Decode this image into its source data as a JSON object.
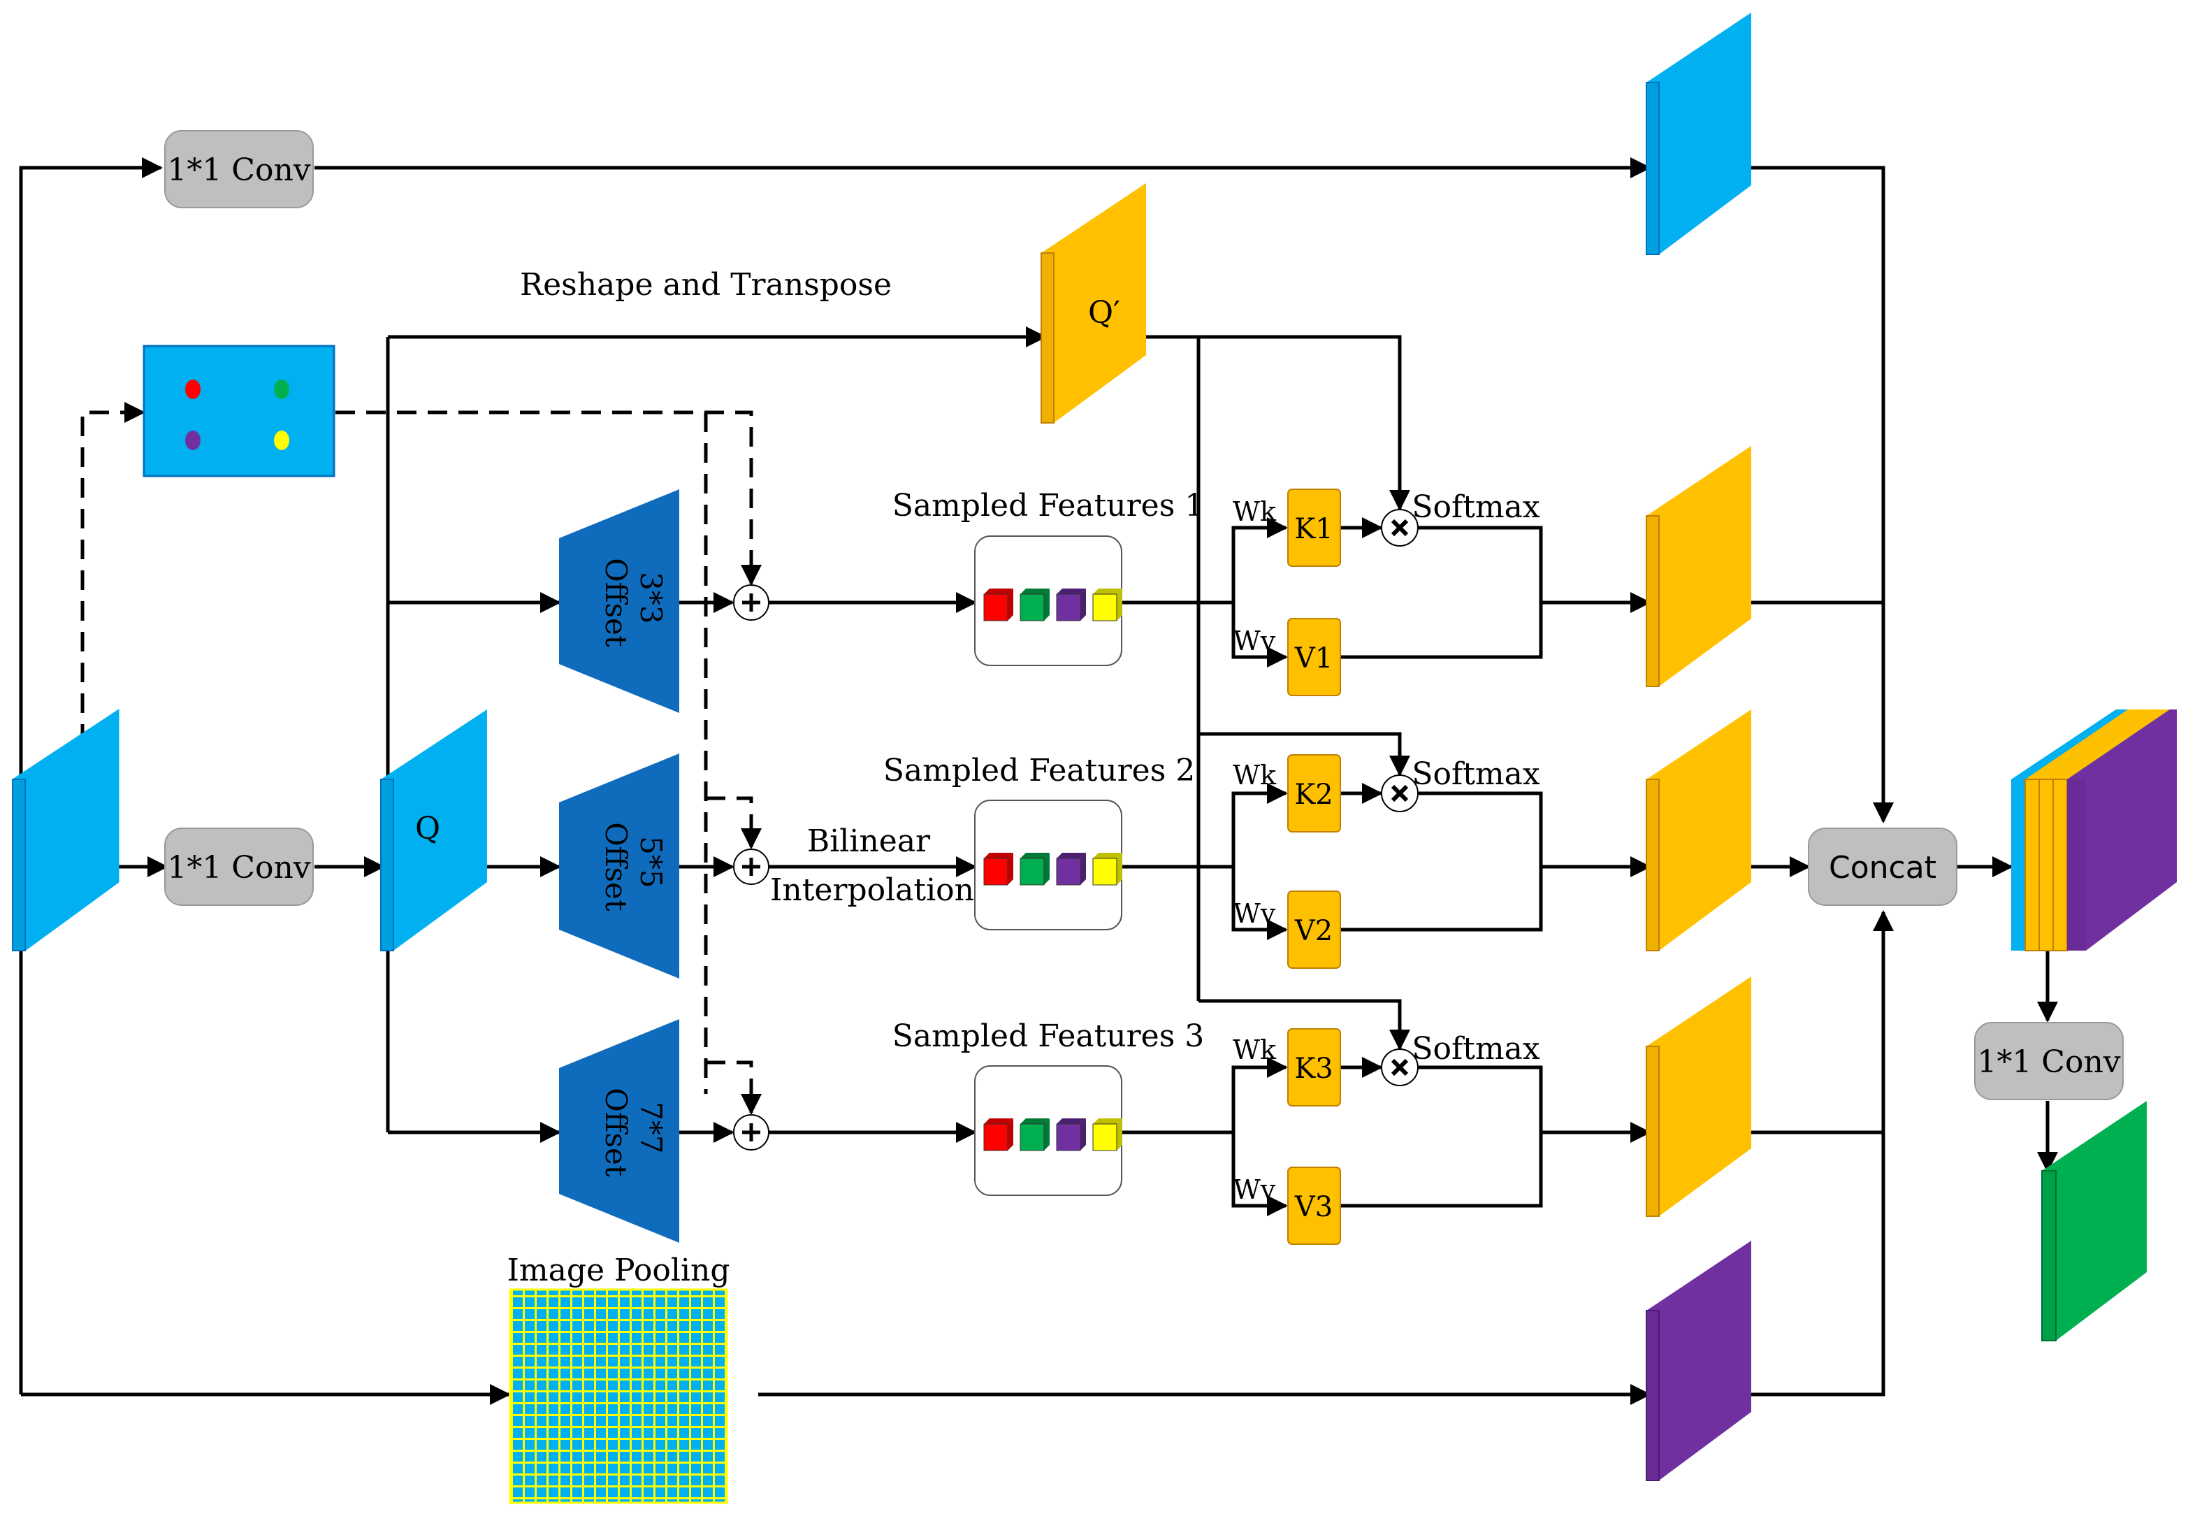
{
  "labels": {
    "conv_top": "1*1 Conv",
    "conv_mid": "1*1 Conv",
    "conv_right": "1*1 Conv",
    "reshape": "Reshape and Transpose",
    "q_prime": "Q′",
    "q": "Q",
    "offset_3": "3*3\nOffset",
    "offset_5": "5*5\nOffset",
    "offset_7": "7*7\nOffset",
    "sampled_1": "Sampled Features 1",
    "sampled_2": "Sampled Features 2",
    "sampled_3": "Sampled Features 3",
    "bilinear_1": "Bilinear",
    "bilinear_2": "Interpolation",
    "wk": "Wk",
    "wv": "Wv",
    "k1": "K1",
    "k2": "K2",
    "k3": "K3",
    "v1": "V1",
    "v2": "V2",
    "v3": "V3",
    "softmax": "Softmax",
    "concat": "Concat",
    "image_pooling": "Image Pooling"
  },
  "colors": {
    "blue": "#00b0f0",
    "blue_dark": "#0070c0",
    "orange": "#ffc000",
    "purple": "#7030a0",
    "green": "#00b050",
    "gray": "#bfbfbf",
    "red": "#ff0000",
    "yellow": "#ffff00",
    "offset_blue": "#0f6cbd"
  }
}
